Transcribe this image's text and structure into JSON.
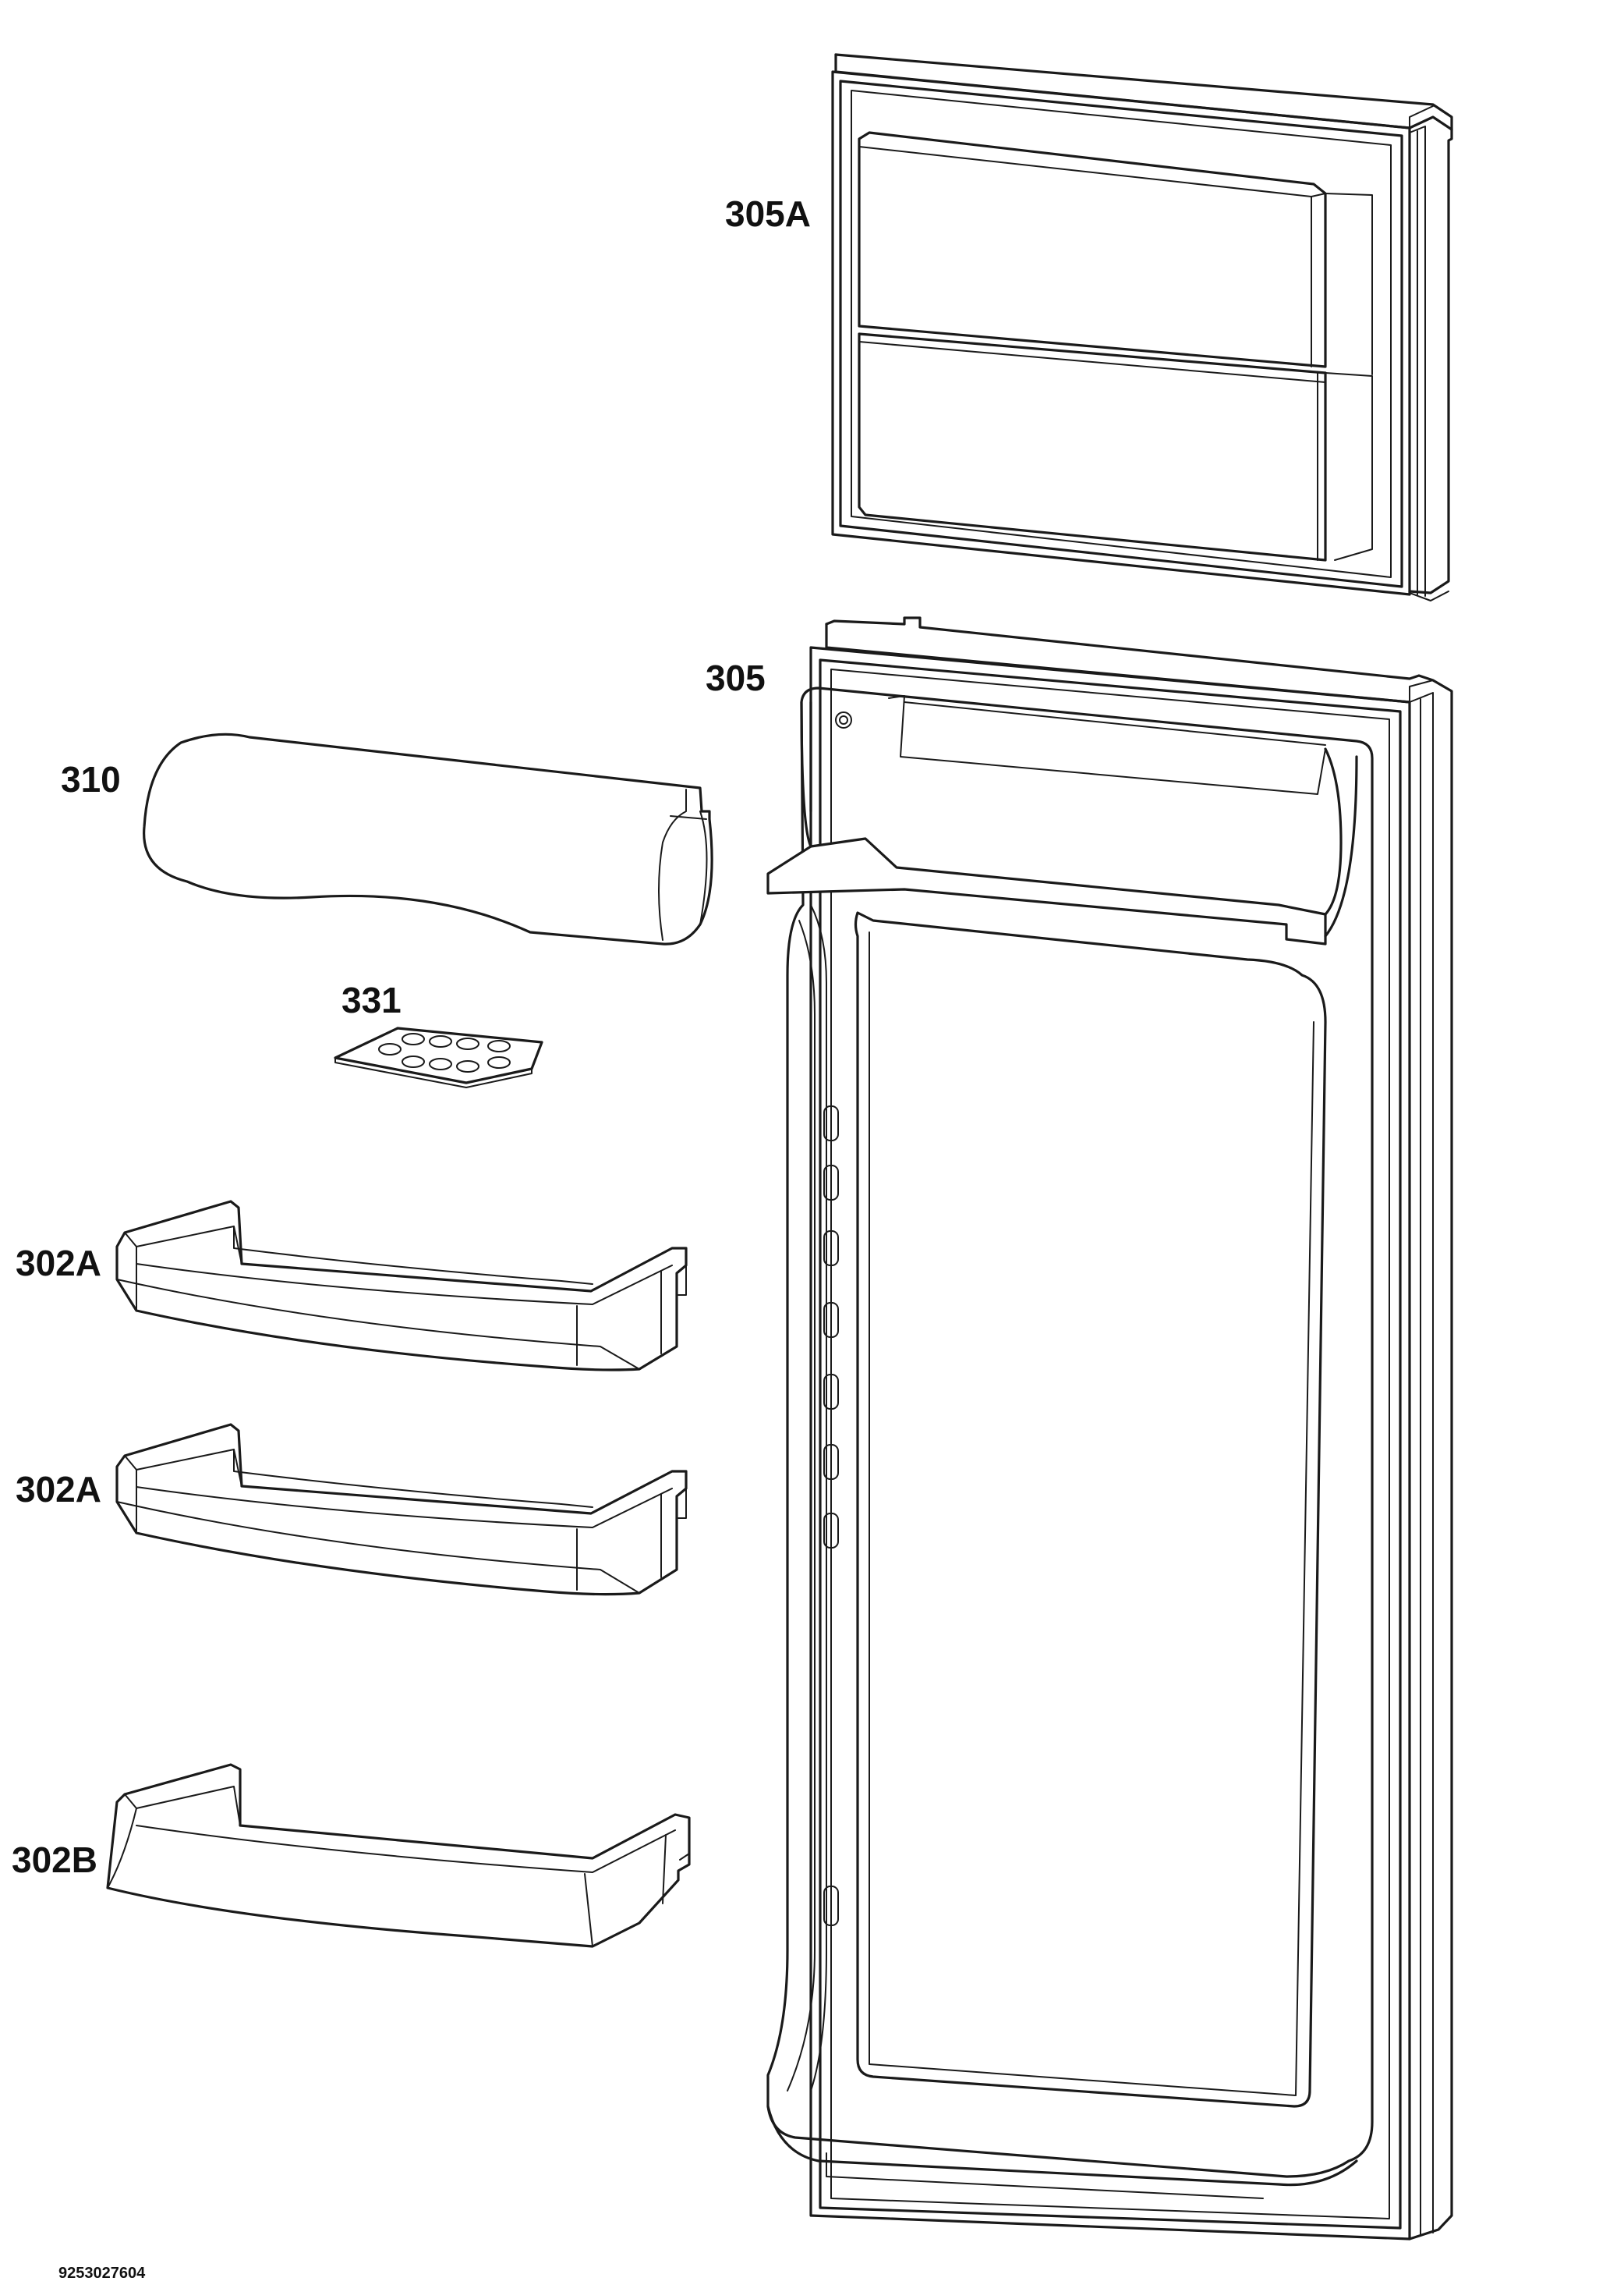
{
  "parts": {
    "freezer_door": {
      "label": "305A"
    },
    "fridge_door": {
      "label": "305"
    },
    "butter_lid": {
      "label": "310"
    },
    "egg_tray": {
      "label": "331"
    },
    "door_shelf_upper": {
      "label": "302A"
    },
    "door_shelf_middle": {
      "label": "302A"
    },
    "door_shelf_bottle": {
      "label": "302B"
    }
  },
  "drawing_number": "9253027604"
}
